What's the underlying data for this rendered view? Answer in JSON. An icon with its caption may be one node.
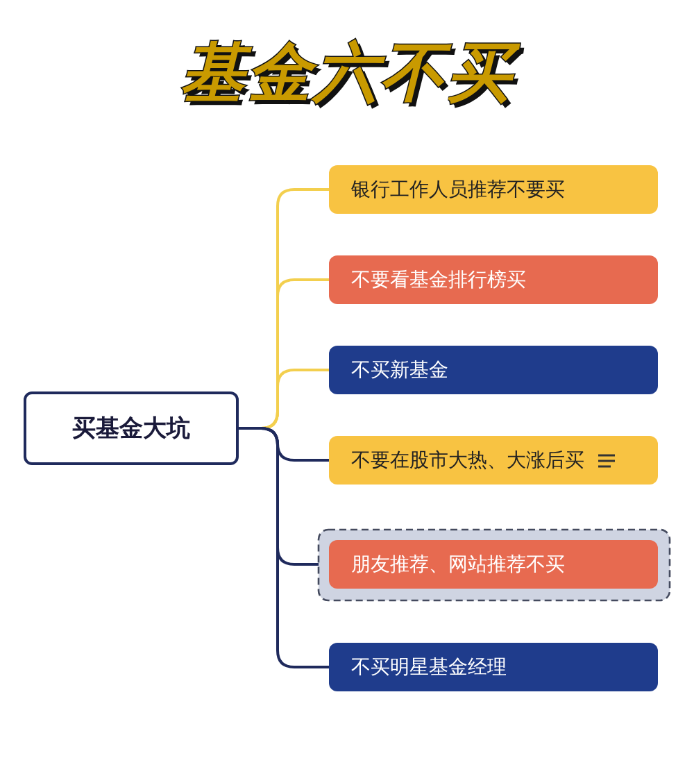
{
  "diagram": {
    "title": "基金六不买",
    "nodes": [
      {
        "text": [
          "买基金大坑"
        ]
      },
      {
        "text": [
          "银行工作人员推荐不要买"
        ]
      },
      {
        "text": [
          "不要看基金排行榜买"
        ]
      },
      {
        "text": [
          "不买新基金"
        ]
      },
      {
        "text": [
          "不要在股市大热、大涨后买"
        ]
      },
      {
        "text": [
          "朋友推荐、网站推荐不买"
        ]
      },
      {
        "text": [
          "不买明星基金经理"
        ]
      }
    ],
    "edges": [
      {
        "from": 0,
        "to": 1,
        "arrow": "none",
        "color": "#f3cf4e"
      },
      {
        "from": 0,
        "to": 2,
        "arrow": "none",
        "color": "#f3cf4e"
      },
      {
        "from": 0,
        "to": 3,
        "arrow": "none",
        "color": "#f3cf4e"
      },
      {
        "from": 0,
        "to": 4,
        "arrow": "none",
        "color": "#1f2a5c"
      },
      {
        "from": 0,
        "to": 5,
        "arrow": "none",
        "color": "#1f2a5c"
      },
      {
        "from": 0,
        "to": 6,
        "arrow": "none",
        "color": "#1f2a5c"
      }
    ]
  }
}
